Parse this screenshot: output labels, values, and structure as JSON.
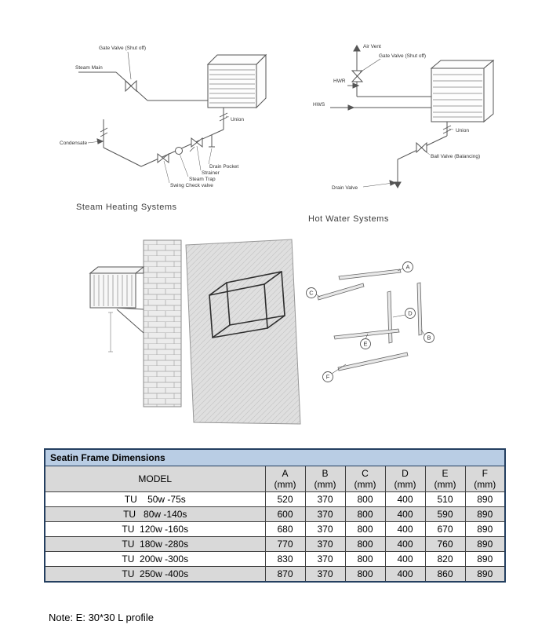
{
  "figures": {
    "steam": {
      "title": "Steam Heating Systems",
      "labels": {
        "gate_valve": "Gate Valve (Shut off)",
        "steam_main": "Steam Main",
        "condensate": "Condensate",
        "union": "Union",
        "drain_pocket": "Drain Pocket",
        "strainer": "Strainer",
        "steam_trap": "Steam Trap",
        "swing_check_valve": "Swing Check valve"
      }
    },
    "hot_water": {
      "title": "Hot Water Systems",
      "labels": {
        "air_vent": "Air Vent",
        "gate_valve": "Gate Valve (Shut off)",
        "hwr": "HWR",
        "hws": "HWS",
        "union": "Union",
        "ball_valve": "Ball Valve (Balancing)",
        "drain_valve": "Drain Valve"
      }
    },
    "installation": {
      "part_labels": {
        "a": "A",
        "b": "B",
        "c": "C",
        "d": "D",
        "e": "E",
        "f": "F"
      }
    }
  },
  "table": {
    "title": "Seatin Frame Dimensions",
    "model_header": "MODEL",
    "unit": "(mm)",
    "columns": [
      "A",
      "B",
      "C",
      "D",
      "E",
      "F"
    ],
    "rows": [
      {
        "model": "TU    50w -75s",
        "values": [
          "520",
          "370",
          "800",
          "400",
          "510",
          "890"
        ]
      },
      {
        "model": "TU   80w -140s",
        "values": [
          "600",
          "370",
          "800",
          "400",
          "590",
          "890"
        ]
      },
      {
        "model": "TU  120w -160s",
        "values": [
          "680",
          "370",
          "800",
          "400",
          "670",
          "890"
        ]
      },
      {
        "model": "TU  180w -280s",
        "values": [
          "770",
          "370",
          "800",
          "400",
          "760",
          "890"
        ]
      },
      {
        "model": "TU  200w -300s",
        "values": [
          "830",
          "370",
          "800",
          "400",
          "820",
          "890"
        ]
      },
      {
        "model": "TU  250w -400s",
        "values": [
          "870",
          "370",
          "800",
          "400",
          "860",
          "890"
        ]
      }
    ]
  },
  "note": "Note: E: 30*30 L profile"
}
